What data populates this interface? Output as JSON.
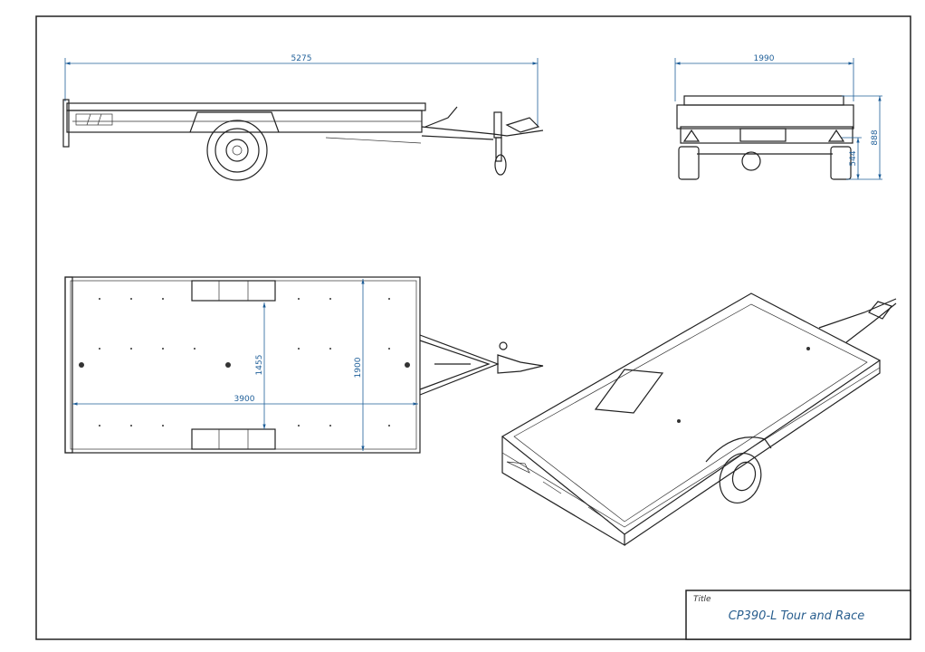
{
  "drawing": {
    "title_label": "Title",
    "title_value": "CP390-L Tour and Race",
    "dimensions": {
      "overall_length": "5275",
      "overall_width": "1990",
      "deck_height": "544",
      "overall_height": "888",
      "inner_width_pads": "1455",
      "deck_width": "1900",
      "deck_length": "3900"
    }
  },
  "colors": {
    "dimension": "#1f5f99",
    "line": "#222222",
    "title": "#2a5f8f"
  }
}
